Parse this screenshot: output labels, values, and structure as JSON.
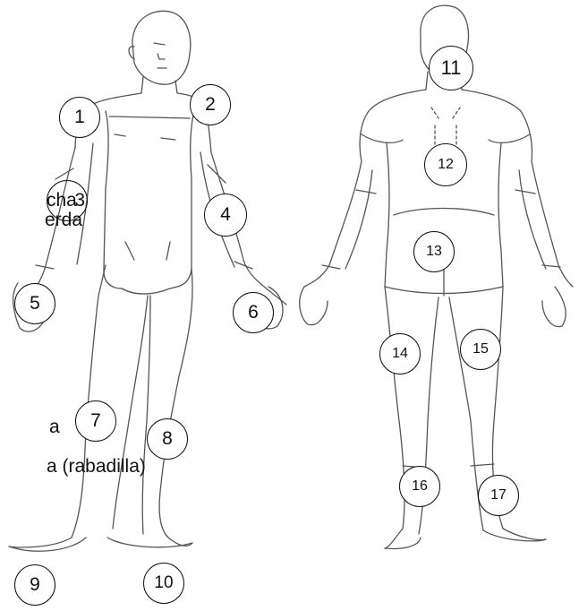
{
  "diagram": {
    "side_labels": [
      "cha",
      "erda",
      "a",
      "a (rabadilla)"
    ],
    "markers": [
      "1",
      "2",
      "3",
      "4",
      "5",
      "6",
      "7",
      "8",
      "9",
      "10",
      "11",
      "12",
      "13",
      "14",
      "15",
      "16",
      "17"
    ],
    "colors": {
      "line": "#111111",
      "body_stroke": "#555555",
      "background": "#ffffff"
    }
  }
}
